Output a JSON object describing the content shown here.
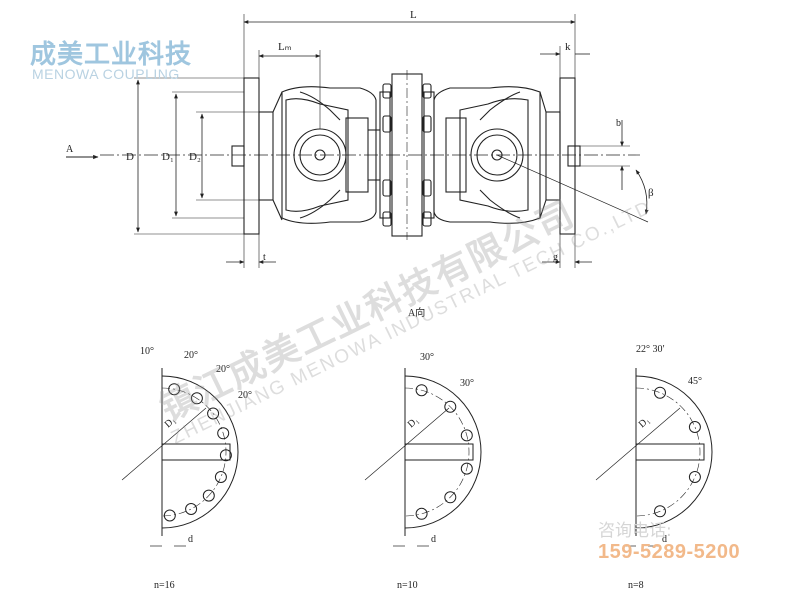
{
  "brand": {
    "name_cn": "成美工业科技",
    "name_en": "MENOWA COUPLING",
    "color_cn": "#9fc6df",
    "color_en": "#b9d2e2"
  },
  "watermark": {
    "text_cn": "镇江成美工业科技有限公司",
    "text_en": "ZHENJIANG MENOWA INDUSTRIAL TECH CO.,LTD"
  },
  "contact": {
    "label": "咨询电话:",
    "phone": "159-5289-5200",
    "phone_color": "#f2b98a"
  },
  "side_view": {
    "dims": {
      "L": "L",
      "Lm": "Lₘ",
      "k": "k",
      "b": "b",
      "D": "D",
      "D1": "D₁",
      "D2": "D₂",
      "t": "t",
      "g": "g",
      "beta": "β",
      "A_arrow": "A"
    },
    "view_caption": "A向"
  },
  "flange_views": [
    {
      "n_label": "n=16",
      "d_label": "d",
      "D1_label": "D₁",
      "angles": [
        "10°",
        "20°",
        "20°",
        "20°"
      ]
    },
    {
      "n_label": "n=10",
      "d_label": "d",
      "D1_label": "D₁",
      "angles": [
        "30°",
        "30°"
      ]
    },
    {
      "n_label": "n=8",
      "d_label": "d",
      "D1_label": "D₁",
      "angles": [
        "22° 30′",
        "45°"
      ]
    }
  ]
}
